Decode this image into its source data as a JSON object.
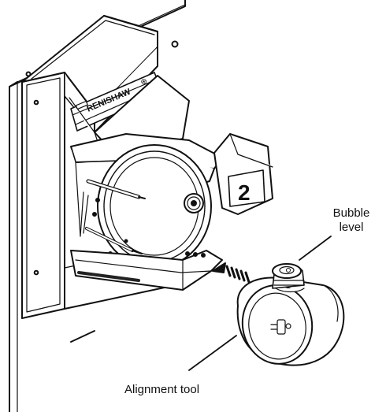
{
  "diagram": {
    "brand_label": "RENISHAW",
    "brand_mark": "⊕",
    "port_number": "2",
    "callouts": {
      "bubble_level_line1": "Bubble",
      "bubble_level_line2": "level",
      "alignment_tool": "Alignment tool"
    }
  }
}
